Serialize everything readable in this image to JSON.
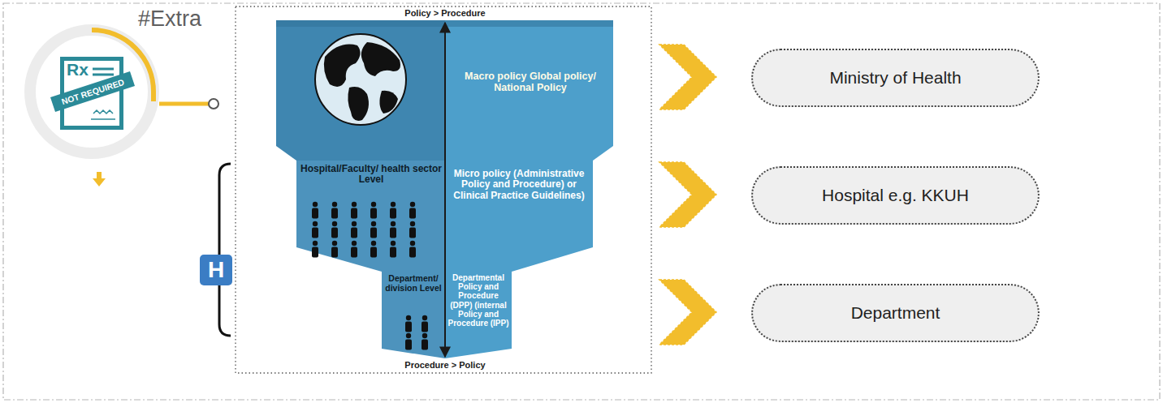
{
  "diagram": {
    "nodes": [
      {
        "text": [
          "Macro policy Global policy/ National Policy"
        ]
      },
      {
        "text": [
          "Hospital/Faculty/ health sector Level",
          "Micro policy (Administrative Policy and Procedure) or Clinical Practice Guidelines)"
        ]
      },
      {
        "text": [
          "Department/ division Level",
          "Departmental Policy and Procedure (DPP) (internal Policy and Procedure (IPP)"
        ]
      },
      {
        "text": [
          "Ministry of Health"
        ]
      },
      {
        "text": [
          "Hospital e.g. KKUH"
        ]
      },
      {
        "text": [
          "Department"
        ]
      }
    ],
    "labels": [
      "#Extra",
      "Rx",
      "NOT REQUIRED",
      "Policy > Procedure",
      "Procedure > Policy",
      "H"
    ]
  }
}
